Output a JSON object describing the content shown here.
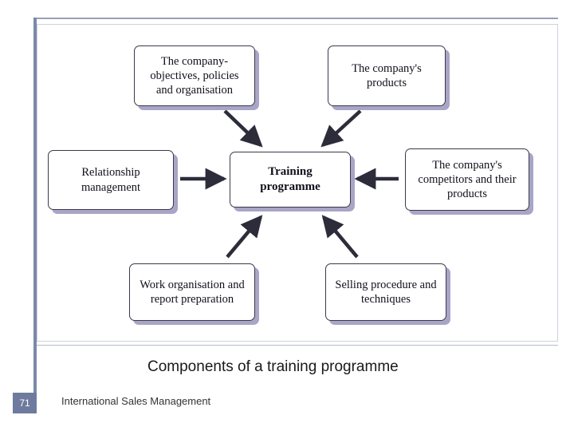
{
  "slide": {
    "caption": "Components of a training programme",
    "footer": "International Sales Management",
    "page_number": "71",
    "accent_color": "#7c8aa8",
    "badge_color": "#6e7b9e",
    "shadow_color": "#a9a5c6"
  },
  "diagram": {
    "type": "node-arrow",
    "center_node": "training",
    "nodes": [
      {
        "id": "objectives",
        "label": "The company-objectives, policies and organisation",
        "bold": false
      },
      {
        "id": "products",
        "label": "The company's products",
        "bold": false
      },
      {
        "id": "relationship",
        "label": "Relationship management",
        "bold": false
      },
      {
        "id": "training",
        "label": "Training programme",
        "bold": true
      },
      {
        "id": "competitors",
        "label": "The company's competitors and their products",
        "bold": false
      },
      {
        "id": "work",
        "label": "Work organisation and report preparation",
        "bold": false
      },
      {
        "id": "selling",
        "label": "Selling procedure and techniques",
        "bold": false
      }
    ],
    "edges": [
      {
        "from": "objectives",
        "to": "training"
      },
      {
        "from": "products",
        "to": "training"
      },
      {
        "from": "relationship",
        "to": "training"
      },
      {
        "from": "competitors",
        "to": "training"
      },
      {
        "from": "work",
        "to": "training"
      },
      {
        "from": "selling",
        "to": "training"
      }
    ]
  }
}
